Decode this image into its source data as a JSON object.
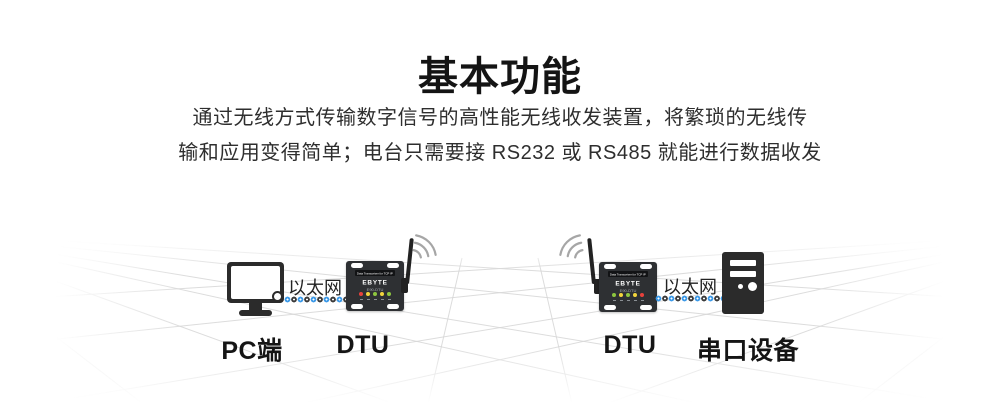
{
  "header": {
    "title": "基本功能",
    "description": [
      "通过无线方式传输数字信号的高性能无线收发装置，将繁琐的无线传",
      "输和应用变得简单；电台只需要接 RS232 或 RS485 就能进行数据收发"
    ]
  },
  "diagram": {
    "nodes": {
      "pc_label": "PC端",
      "dtu_left_label": "DTU",
      "dtu_right_label": "DTU",
      "serial_label": "串口设备"
    },
    "links": {
      "left_ethernet_label": "以太网",
      "right_ethernet_label": "以太网"
    },
    "dtu_panel": {
      "title": "Data Transceiver for TCP IP",
      "brand": "EBYTE",
      "model": "E90-DTU"
    },
    "leds_left": [
      "red",
      "yellow",
      "green",
      "yellow",
      "green"
    ],
    "leds_right": [
      "green",
      "yellow",
      "green",
      "yellow",
      "red"
    ],
    "colors": {
      "device_body": "#2e3033",
      "cable_blue": "#3d9ae8",
      "cable_dark": "#3a3a3a",
      "wave_gray": "#a6a6a6",
      "grid_line": "#d6d6d6",
      "led_red": "#e8413c",
      "led_yellow": "#f2d43c",
      "led_green": "#8dc63f"
    }
  }
}
